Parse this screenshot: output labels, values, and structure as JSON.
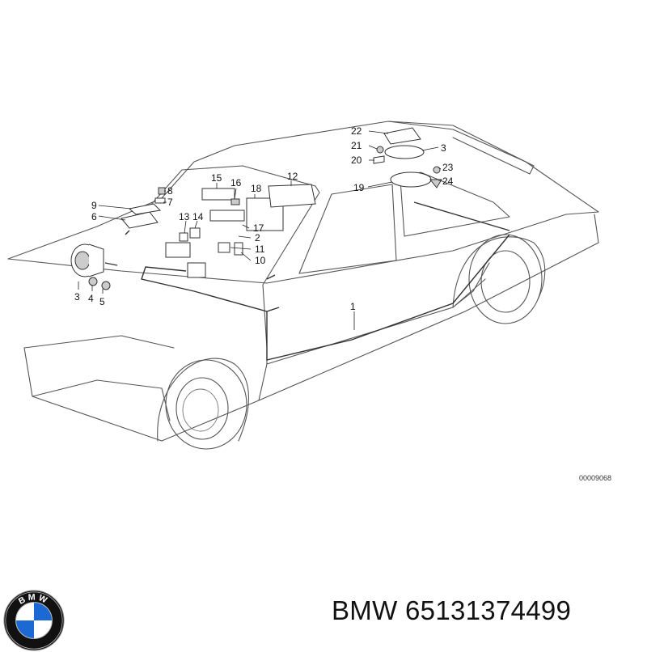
{
  "diagram": {
    "figure_id": "00009068",
    "callouts": [
      {
        "id": "c1",
        "text": "1"
      },
      {
        "id": "c2",
        "text": "2"
      },
      {
        "id": "c3a",
        "text": "3"
      },
      {
        "id": "c3b",
        "text": "3"
      },
      {
        "id": "c4",
        "text": "4"
      },
      {
        "id": "c5",
        "text": "5"
      },
      {
        "id": "c6",
        "text": "6"
      },
      {
        "id": "c7",
        "text": "7"
      },
      {
        "id": "c8",
        "text": "8"
      },
      {
        "id": "c9",
        "text": "9"
      },
      {
        "id": "c10",
        "text": "10"
      },
      {
        "id": "c11",
        "text": "11"
      },
      {
        "id": "c12",
        "text": "12"
      },
      {
        "id": "c13",
        "text": "13"
      },
      {
        "id": "c14",
        "text": "14"
      },
      {
        "id": "c15",
        "text": "15"
      },
      {
        "id": "c16",
        "text": "16"
      },
      {
        "id": "c17",
        "text": "17"
      },
      {
        "id": "c18",
        "text": "18"
      },
      {
        "id": "c19",
        "text": "19"
      },
      {
        "id": "c20",
        "text": "20"
      },
      {
        "id": "c21",
        "text": "21"
      },
      {
        "id": "c22",
        "text": "22"
      },
      {
        "id": "c23",
        "text": "23"
      },
      {
        "id": "c24",
        "text": "24"
      }
    ]
  },
  "footer": {
    "brand": "BMW",
    "part_number": "65131374499",
    "logo_letters": "BMW",
    "logo_colors": {
      "blue": "#1c69d4",
      "white": "#ffffff",
      "ring": "#111111"
    }
  }
}
